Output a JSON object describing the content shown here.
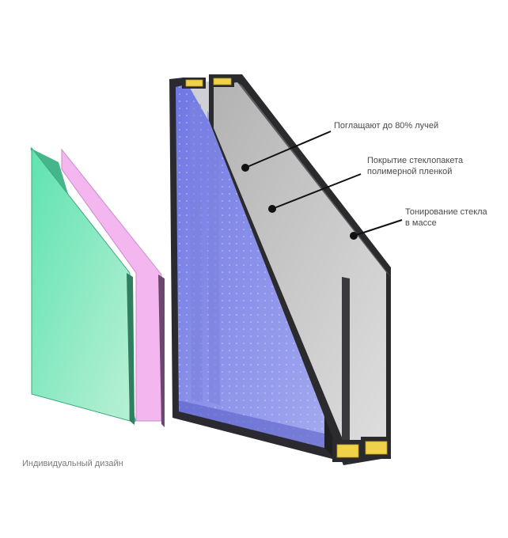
{
  "callouts": {
    "absorb": "Поглащают до 80% лучей",
    "film_line1": "Покрытие стеклопакета",
    "film_line2": "полимерной пленкой",
    "tint_line1": "Тонирование стекла",
    "tint_line2": "в массе"
  },
  "caption": "Индивидуальный дизайн",
  "colors": {
    "green_glass": "#8fe8bf",
    "pink_film": "#f2b5ef",
    "blue_pane": "#8c92e8",
    "grey_pane": "#c9c9c9",
    "frame": "#2e2e30",
    "desiccant": "#f0d24a"
  }
}
